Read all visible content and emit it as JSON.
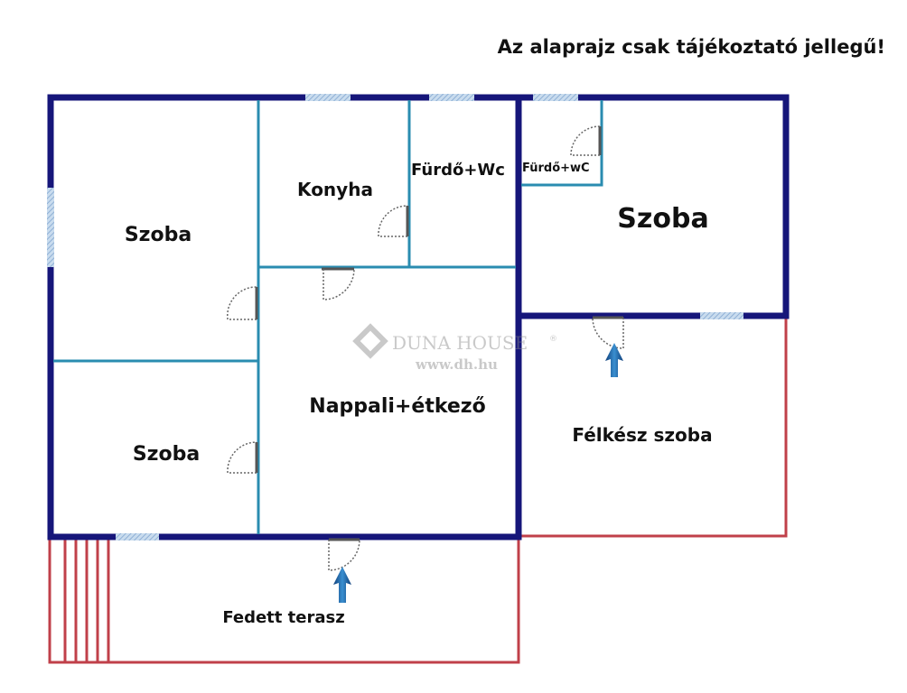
{
  "disclaimer": "Az alaprajz csak tájékoztató jellegű!",
  "watermark": {
    "brand": "DUNA HOUSE",
    "registered": "®",
    "url": "www.dh.hu"
  },
  "rooms": {
    "szoba_top_left": "Szoba",
    "konyha": "Konyha",
    "furdo_wc": "Fürdő+Wc",
    "furdo_wc_small": "Fürdő+wC",
    "szoba_right": "Szoba",
    "szoba_bottom_left": "Szoba",
    "nappali": "Nappali+étkező",
    "felkesz": "Félkész szoba",
    "terasz": "Fedett terasz"
  },
  "colors": {
    "exterior_wall": "#16167a",
    "interior_wall": "#2a8cb0",
    "unfinished_wall": "#c0404a",
    "window": "#a9c3e0",
    "arrow": "#1e5fa0"
  },
  "icons": [
    "door-swing-icon",
    "entrance-arrow-icon",
    "window-icon",
    "duna-house-logo-icon"
  ]
}
